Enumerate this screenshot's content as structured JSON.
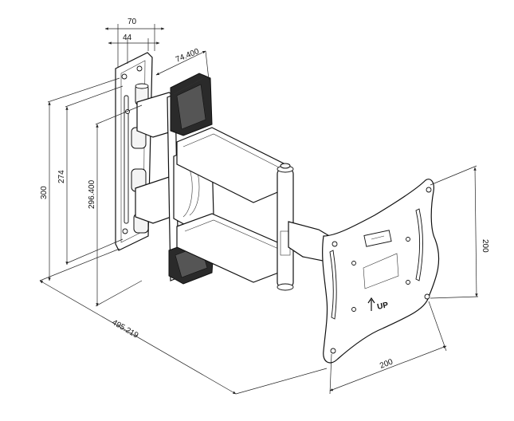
{
  "diagram": {
    "dimensions": {
      "d70": "70",
      "d44": "44",
      "d74_4": "74.400",
      "d300": "300",
      "d274": "274",
      "d296_4": "296.400",
      "d495": "495.219",
      "d200_h": "200",
      "d200_w": "200"
    },
    "label_up": "UP"
  }
}
